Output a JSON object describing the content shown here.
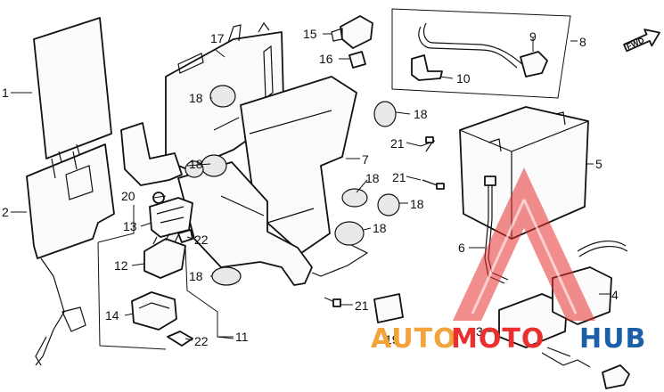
{
  "diagram": {
    "fwd_label": "FWD",
    "callouts": [
      "1",
      "2",
      "3",
      "4",
      "5",
      "6",
      "7",
      "8",
      "9",
      "10",
      "11",
      "12",
      "13",
      "14",
      "15",
      "16",
      "17",
      "18",
      "19",
      "20",
      "21",
      "22"
    ]
  },
  "watermark": {
    "auto": "AUTO",
    "moto": "MOTO",
    "hub": "HUB",
    "colors": {
      "auto": "#f2a33a",
      "moto": "#e8302f",
      "hub": "#1b5fa8",
      "triangle": "#e8302f"
    }
  }
}
